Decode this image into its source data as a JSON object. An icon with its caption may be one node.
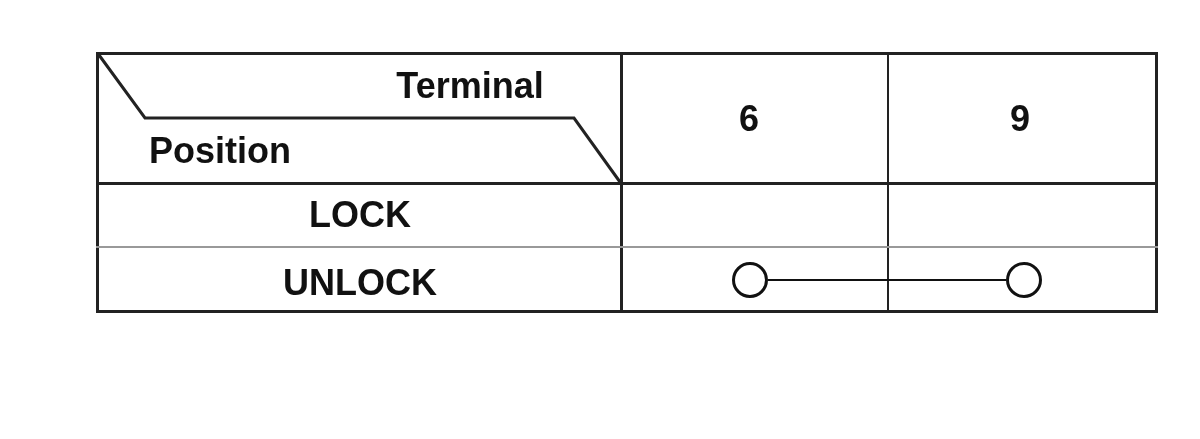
{
  "diagram": {
    "nodes": [
      {
        "text": [],
        "shape": "circle"
      },
      {
        "text": [],
        "shape": "circle"
      }
    ],
    "edges": [
      {
        "from": 0,
        "to": 1,
        "arrow": "none"
      }
    ],
    "labels": [
      "Terminal",
      "Position",
      "6",
      "9",
      "LOCK",
      "UNLOCK"
    ]
  }
}
